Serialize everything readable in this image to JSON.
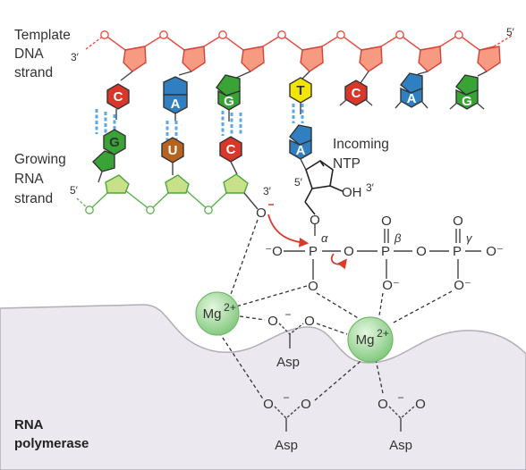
{
  "labels": {
    "template_strand": [
      "Template",
      "DNA",
      "strand"
    ],
    "growing_rna": [
      "Growing",
      "RNA",
      "strand"
    ],
    "incoming_ntp": [
      "Incoming",
      "NTP"
    ],
    "enzyme": [
      "RNA",
      "polymerase"
    ],
    "prime_3_left": "3′",
    "prime_5_right": "5′",
    "prime_5_rna": "5′",
    "prime_3_rna": "3′",
    "prime_5_ntp": "5′",
    "oh_3": "OH",
    "oh_3_sup": "3′"
  },
  "template_bases": [
    "C",
    "A",
    "G",
    "T",
    "C",
    "A",
    "G"
  ],
  "rna_bases": [
    "G",
    "U",
    "C"
  ],
  "incoming_base": "A",
  "phosphate_labels": {
    "alpha": "α",
    "beta": "β",
    "gamma": "γ",
    "p": "P",
    "o": "O",
    "o_minus": "O⁻",
    "minus_o": "⁻O"
  },
  "metal_ions": {
    "symbol": "Mg",
    "charge": "2+"
  },
  "aspartates": [
    "Asp",
    "Asp",
    "Asp"
  ],
  "colors": {
    "C": "#d9372a",
    "A": "#2f7fc1",
    "G": "#3aa335",
    "T": "#f2e600",
    "U": "#b8621f",
    "dna_backbone": "#e8473b",
    "dna_sugar": "#f79a82",
    "rna_backbone": "#59b24a",
    "rna_sugar": "#c8e08a",
    "hbond": "#5aa9e6",
    "mg": "#9fd79a",
    "enzyme": "#ebe8ef",
    "arrow": "#d93a2a"
  }
}
